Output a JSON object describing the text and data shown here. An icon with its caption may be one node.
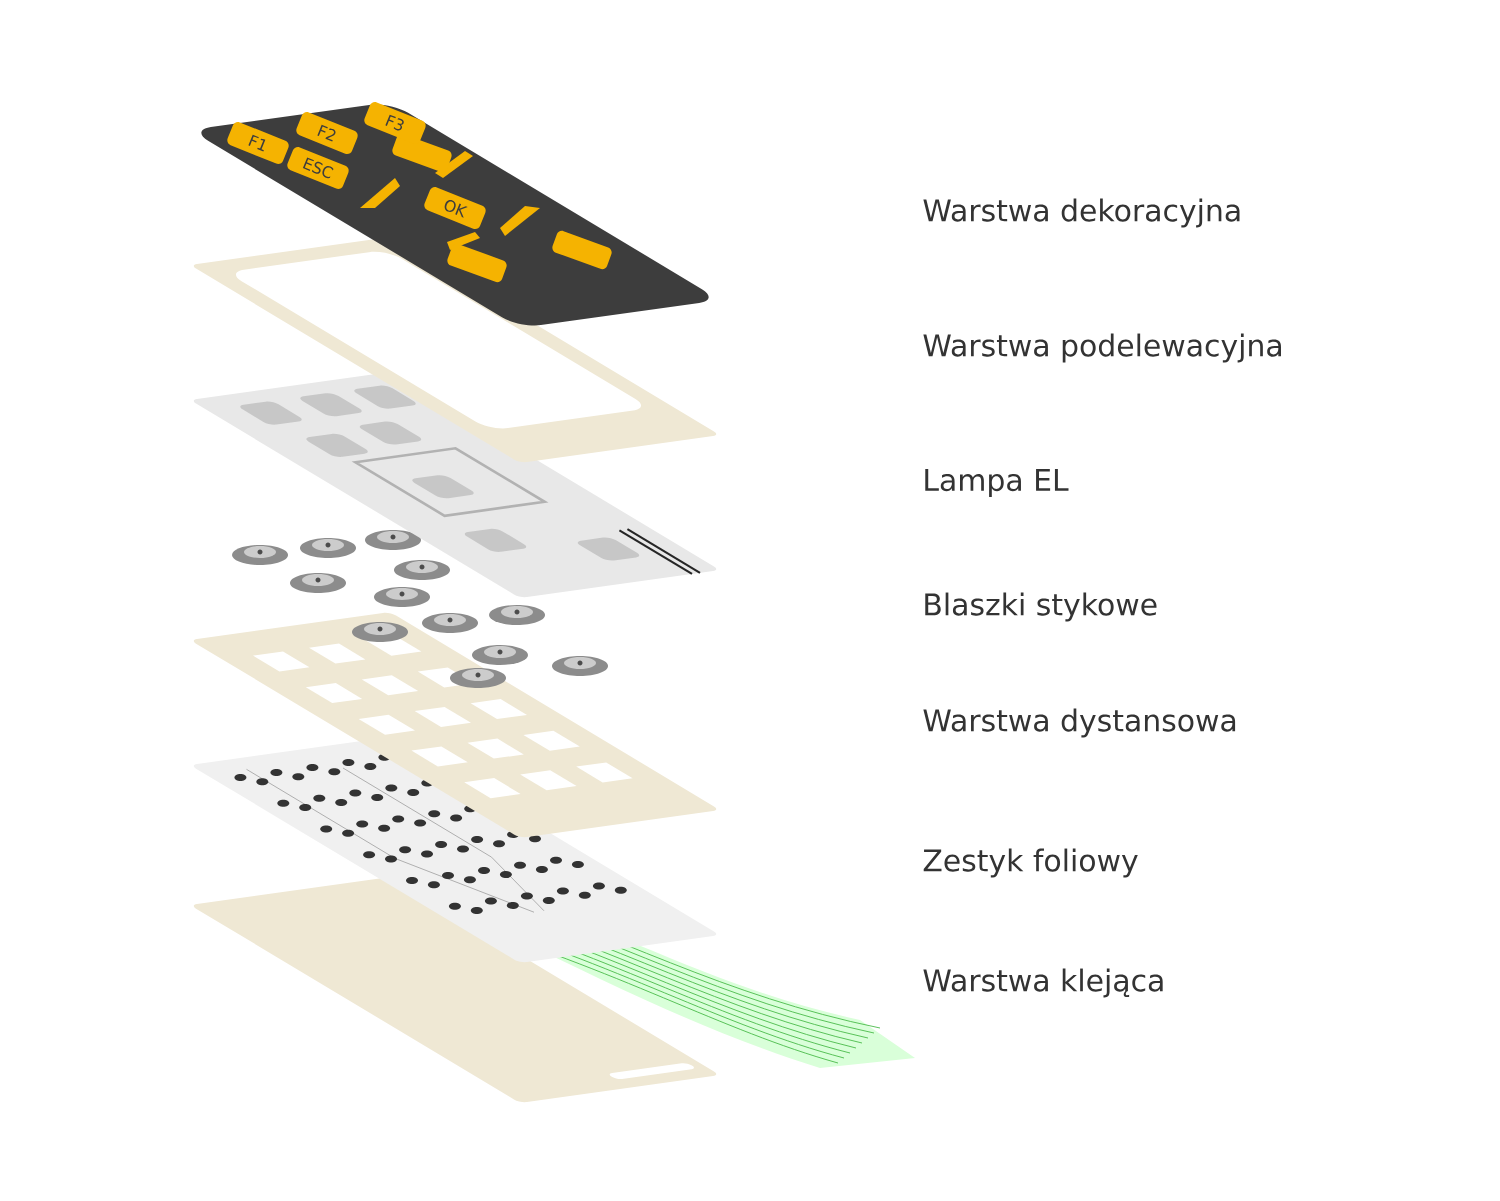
{
  "diagram": {
    "labels": [
      "Warstwa dekoracyjna",
      "Warstwa podelewacyjna",
      "Lampa EL",
      "Blaszki stykowe",
      "Warstwa dystansowa",
      "Zestyk foliowy",
      "Warstwa klejąca",
      "F1",
      "F2",
      "F3",
      "ESC",
      "OK"
    ]
  }
}
